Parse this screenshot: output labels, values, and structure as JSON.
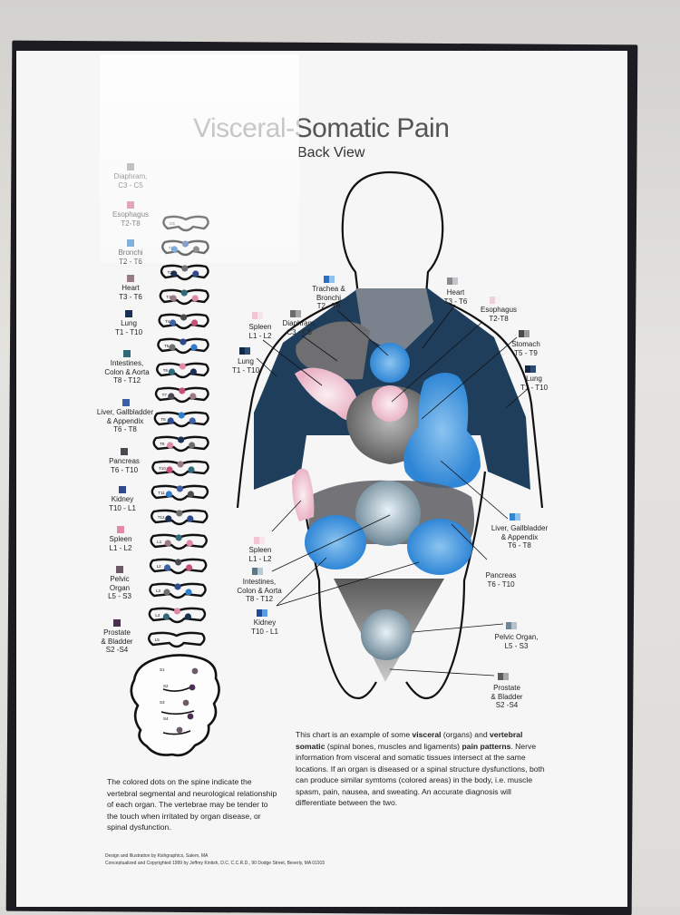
{
  "poster": {
    "title": "Visceral-Somatic Pain",
    "subtitle": "Back View"
  },
  "spine_legend": [
    {
      "label": "Diaphram,\nC3 - C5",
      "color": "#6e6f73"
    },
    {
      "label": "Esophagus\nT2-T8",
      "color": "#c8507a"
    },
    {
      "label": "Bronchi\nT2 - T6",
      "color": "#2e7ccc"
    },
    {
      "label": "Heart\nT3 - T6",
      "color": "#9a7a88"
    },
    {
      "label": "Lung\nT1 - T10",
      "color": "#1c2f55"
    },
    {
      "label": "Intestines,\nColon & Aorta\nT8 - T12",
      "color": "#2e6a78"
    },
    {
      "label": "Liver, Gallbladder\n& Appendix\nT6 - T8",
      "color": "#3c5fa8"
    },
    {
      "label": "Pancreas\nT6 - T10",
      "color": "#4a4a50"
    },
    {
      "label": "Kidney\nT10 - L1",
      "color": "#2f4a8c"
    },
    {
      "label": "Spleen\nL1 - L2",
      "color": "#e08aa8"
    },
    {
      "label": "Pelvic\nOrgan\nL5 - S3",
      "color": "#6c5a66"
    },
    {
      "label": "Prostate\n& Bladder\nS2 -S4",
      "color": "#4b2d55"
    }
  ],
  "body_labels": {
    "trachea": "Trachea &\nBronchi\nT2 - T6",
    "heart": "Heart\nT3 - T6",
    "esophagus": "Esophagus\nT2-T8",
    "spleen_top": "Spleen\nL1 - L2",
    "diaphram": "Diaphram,\nC3 - C5",
    "stomach": "Stomach\nT5 - T9",
    "lung_left": "Lung\nT1 - T10",
    "lung_right": "Lung\nT1 - T10",
    "liver": "Liver, Gallbladder\n& Appendix\nT6 - T8",
    "spleen_bottom": "Spleen\nL1 - L2",
    "intestines": "Intestines,\nColon & Aorta\nT8 - T12",
    "kidney": "Kidney\nT10 - L1",
    "pancreas": "Pancreas\nT6 - T10",
    "pelvic": "Pelvic Organ,\nL5 - S3",
    "prostate": "Prostate\n& Bladder\nS2 -S4"
  },
  "vertebra_labels": [
    "C5",
    "T1",
    "T2",
    "T3",
    "T4",
    "T5",
    "T6",
    "T7",
    "T8",
    "T9",
    "T10",
    "T11",
    "T12",
    "L1",
    "L2",
    "L3",
    "L4",
    "L5",
    "S1",
    "S2",
    "S3",
    "S4"
  ],
  "captions": {
    "left": "The colored dots on the spine indicate the vertebral segmental and neurological relationship of each organ. The vertebrae may be tender to the touch when irritated by organ disease, or spinal dysfunction.",
    "right_pre": "This chart is an example of some ",
    "right_bold1": "visceral",
    "right_mid1": " (organs) and ",
    "right_bold2": "vertebral somatic",
    "right_mid2": " (spinal bones, muscles and ligaments) ",
    "right_bold3": "pain patterns",
    "right_post": ". Nerve information from visceral and somatic tissues intersect at the same locations. If an organ is diseased or a spinal structure dysfunctions, both can produce similar symtoms (colored areas) in the body, i.e. muscle spasm, pain, nausea, and sweating. An accurate diagnosis will differentiate between the two."
  },
  "credits": "Design and Illustration by Kishgraphics, Salem, MA\nConceptualized and Copyrighted 1999 by Jeffrey Kintish, D.C. C.C.R.D., 90 Dodge Street, Beverly, MA 01915"
}
